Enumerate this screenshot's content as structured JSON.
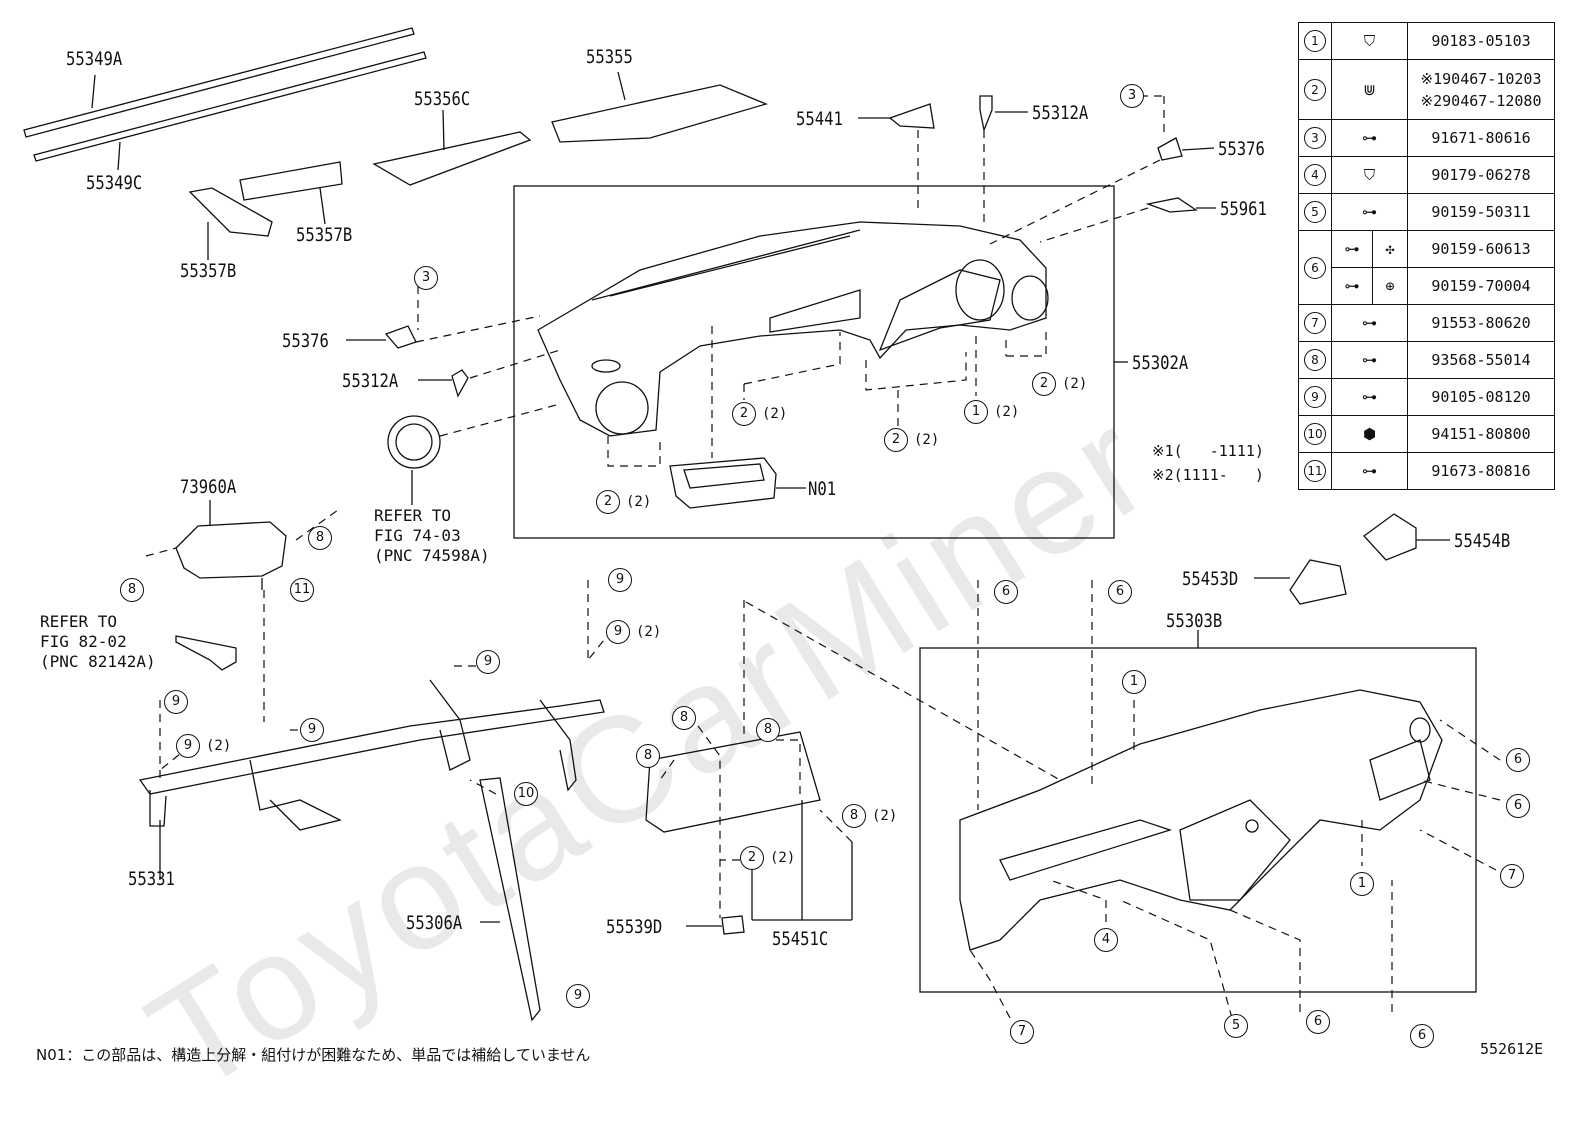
{
  "watermark": "ToyotaCarMiner",
  "figure_code": "552612E",
  "footnote": "N01：この部品は、構造上分解・組付けが困難なため、単品では補給していません",
  "remarks": {
    "r1": "※1(   -1111)",
    "r2": "※2(1111-   )"
  },
  "references": {
    "airbag": "REFER TO\nFIG 74-03\n(PNC 74598A)",
    "steering": "REFER TO\nFIG 82-02\n(PNC 82142A)"
  },
  "parts": {
    "p55349A": "55349A",
    "p55349C": "55349C",
    "p55355": "55355",
    "p55356C": "55356C",
    "p55357B_a": "55357B",
    "p55357B_b": "55357B",
    "p55441": "55441",
    "p55312A_a": "55312A",
    "p55312A_b": "55312A",
    "p55376_a": "55376",
    "p55376_b": "55376",
    "p55961": "55961",
    "p55302A": "55302A",
    "pN01": "N01",
    "p73960A": "73960A",
    "p55454B": "55454B",
    "p55453D": "55453D",
    "p55303B": "55303B",
    "p55331": "55331",
    "p55306A": "55306A",
    "p55539D": "55539D",
    "p55451C": "55451C"
  },
  "fasteners": [
    {
      "num": "1",
      "codes": [
        "90183-05103"
      ]
    },
    {
      "num": "2",
      "codes": [
        "※190467-10203",
        "※290467-12080"
      ]
    },
    {
      "num": "3",
      "codes": [
        "91671-80616"
      ]
    },
    {
      "num": "4",
      "codes": [
        "90179-06278"
      ]
    },
    {
      "num": "5",
      "codes": [
        "90159-50311"
      ]
    },
    {
      "num": "6",
      "codes": [
        "90159-60613",
        "90159-70004"
      ]
    },
    {
      "num": "7",
      "codes": [
        "91553-80620"
      ]
    },
    {
      "num": "8",
      "codes": [
        "93568-55014"
      ]
    },
    {
      "num": "9",
      "codes": [
        "90105-08120"
      ]
    },
    {
      "num": "10",
      "codes": [
        "94151-80800"
      ]
    },
    {
      "num": "11",
      "codes": [
        "91673-80816"
      ]
    }
  ],
  "qty": {
    "q2": "(2)"
  }
}
